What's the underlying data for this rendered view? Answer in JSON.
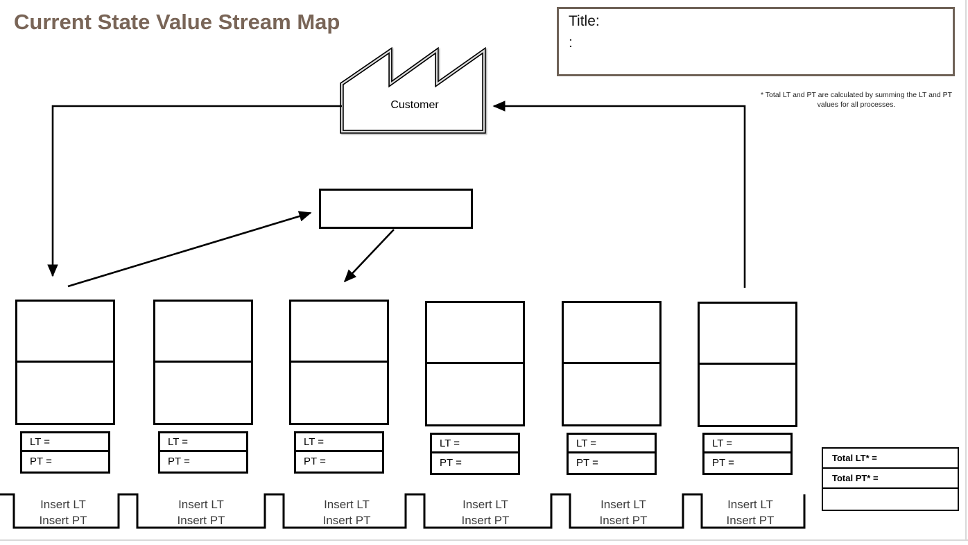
{
  "header": {
    "title": "Current State Value Stream Map"
  },
  "title_box": {
    "label": "Title:",
    "secondary": ":"
  },
  "footnote": {
    "line1": "* Total LT and PT are calculated by summing the LT and PT",
    "line2": "values for all processes."
  },
  "customer": {
    "label": "Customer"
  },
  "processes": [
    {
      "lt": "LT =",
      "pt": "PT ="
    },
    {
      "lt": "LT =",
      "pt": "PT ="
    },
    {
      "lt": "LT =",
      "pt": "PT ="
    },
    {
      "lt": "LT =",
      "pt": "PT ="
    },
    {
      "lt": "LT =",
      "pt": "PT ="
    },
    {
      "lt": "LT =",
      "pt": "PT ="
    }
  ],
  "timeline_labels": [
    {
      "line1": "Insert LT",
      "line2": "Insert PT"
    },
    {
      "line1": "Insert LT",
      "line2": "Insert PT"
    },
    {
      "line1": "Insert LT",
      "line2": "Insert PT"
    },
    {
      "line1": "Insert LT",
      "line2": "Insert PT"
    },
    {
      "line1": "Insert LT",
      "line2": "Insert PT"
    },
    {
      "line1": "Insert LT",
      "line2": "Insert PT"
    }
  ],
  "totals": {
    "lt": "Total LT* =",
    "pt": "Total PT* ="
  },
  "colors": {
    "title_text": "#796557",
    "title_box_border": "#6f6257",
    "timeline_text": "#3c3c3c",
    "slide_edge": "#d9d9d9",
    "diagram_line": "#000000"
  }
}
